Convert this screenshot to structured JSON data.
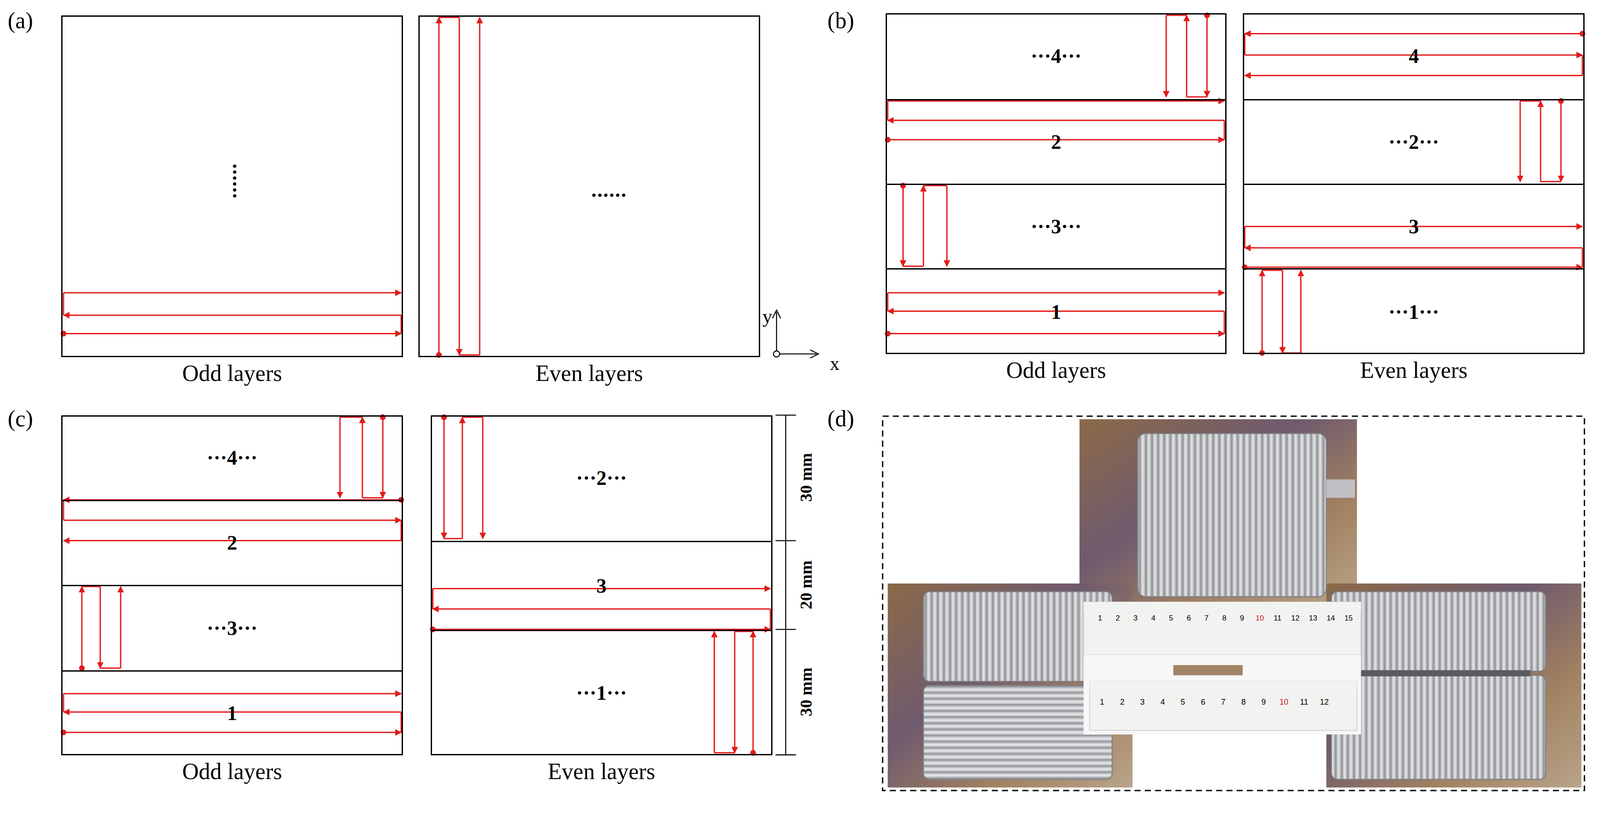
{
  "diagram": {
    "nodes": [
      {
        "text": [
          "Odd layers"
        ]
      },
      {
        "text": [
          "Even layers"
        ]
      },
      {
        "text": [
          "Odd layers"
        ]
      },
      {
        "text": [
          "···4···"
        ],
        "in": 2
      },
      {
        "text": [
          "2"
        ],
        "in": 2
      },
      {
        "text": [
          "···3···"
        ],
        "in": 2
      },
      {
        "text": [
          "1"
        ],
        "in": 2
      },
      {
        "text": [
          "Even layers"
        ]
      },
      {
        "text": [
          "4"
        ],
        "in": 7
      },
      {
        "text": [
          "···2···"
        ],
        "in": 7
      },
      {
        "text": [
          "3"
        ],
        "in": 7
      },
      {
        "text": [
          "···1···"
        ],
        "in": 7
      },
      {
        "text": [
          "Odd layers"
        ]
      },
      {
        "text": [
          "···4···"
        ],
        "in": 12
      },
      {
        "text": [
          "2"
        ],
        "in": 12
      },
      {
        "text": [
          "···3···"
        ],
        "in": 12
      },
      {
        "text": [
          "1"
        ],
        "in": 12
      },
      {
        "text": [
          "Even layers"
        ]
      },
      {
        "text": [
          "···2···"
        ],
        "in": 17
      },
      {
        "text": [
          "3"
        ],
        "in": 17
      },
      {
        "text": [
          "···1···"
        ],
        "in": 17
      }
    ],
    "labels": [
      "(a)",
      "(b)",
      "(c)",
      "(d)",
      "......",
      "......",
      "y",
      "x",
      "30 mm",
      "20 mm",
      "30 mm",
      "1",
      "2",
      "3",
      "4",
      "5",
      "6",
      "7",
      "8",
      "9",
      "10",
      "11",
      "12",
      "13",
      "14",
      "15",
      "1",
      "2",
      "3",
      "4",
      "5",
      "6",
      "7",
      "8",
      "9",
      "10",
      "11",
      "12"
    ]
  }
}
